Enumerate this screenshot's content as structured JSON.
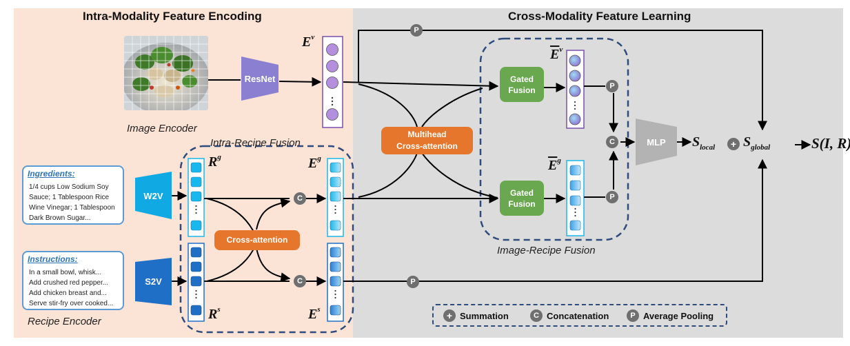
{
  "sections": {
    "left_title": "Intra-Modality  Feature Encoding",
    "right_title": "Cross-Modality  Feature Learning"
  },
  "labels": {
    "image_encoder": "Image Encoder",
    "recipe_encoder": "Recipe Encoder",
    "intra_recipe_fusion": "Intra-Recipe Fusion",
    "image_recipe_fusion": "Image-Recipe Fusion"
  },
  "blocks": {
    "resnet": "ResNet",
    "w2v": "W2V",
    "s2v": "S2V",
    "cross_attention": "Cross-attention",
    "multihead_line1": "Multihead",
    "multihead_line2": "Cross-attention",
    "gated_line1": "Gated",
    "gated_line2": "Fusion",
    "mlp": "MLP"
  },
  "ingredients": {
    "title": "Ingredients:",
    "lines": [
      "1/4 cups Low Sodium Soy",
      "Sauce; 1 Tablespoon Rice",
      "Wine Vinegar; 1 Tablespoon",
      "Dark Brown Sugar..."
    ]
  },
  "instructions": {
    "title": "Instructions:",
    "lines": [
      "In a small bowl, whisk...",
      "Add crushed red pepper...",
      "Add chicken breast and...",
      "Serve stir-fry over cooked..."
    ]
  },
  "notation": {
    "E_base": "E",
    "v_sup": "v",
    "g_sup": "g",
    "s_sup": "s",
    "R_base": "R",
    "S_base": "S",
    "local_sub": "local",
    "global_sub": "global",
    "score": "S(I, R)"
  },
  "ops": {
    "pooling_letter": "P",
    "concat_letter": "C",
    "sum_symbol": "+"
  },
  "legend": {
    "summation": "Summation",
    "concatenation": "Concatenation",
    "average_pooling": "Average Pooling"
  },
  "colors": {
    "left_bg": "#fbe3d6",
    "right_bg": "#dcdcdc",
    "purple_cell": "#b48fe0",
    "cyan_cell": "#19b8ec",
    "blue_cell": "#1f6fc7",
    "gated": "#6aa84f",
    "orange": "#e6762b",
    "circle": "#6f6f6f",
    "mlp": "#b3b3b3"
  }
}
